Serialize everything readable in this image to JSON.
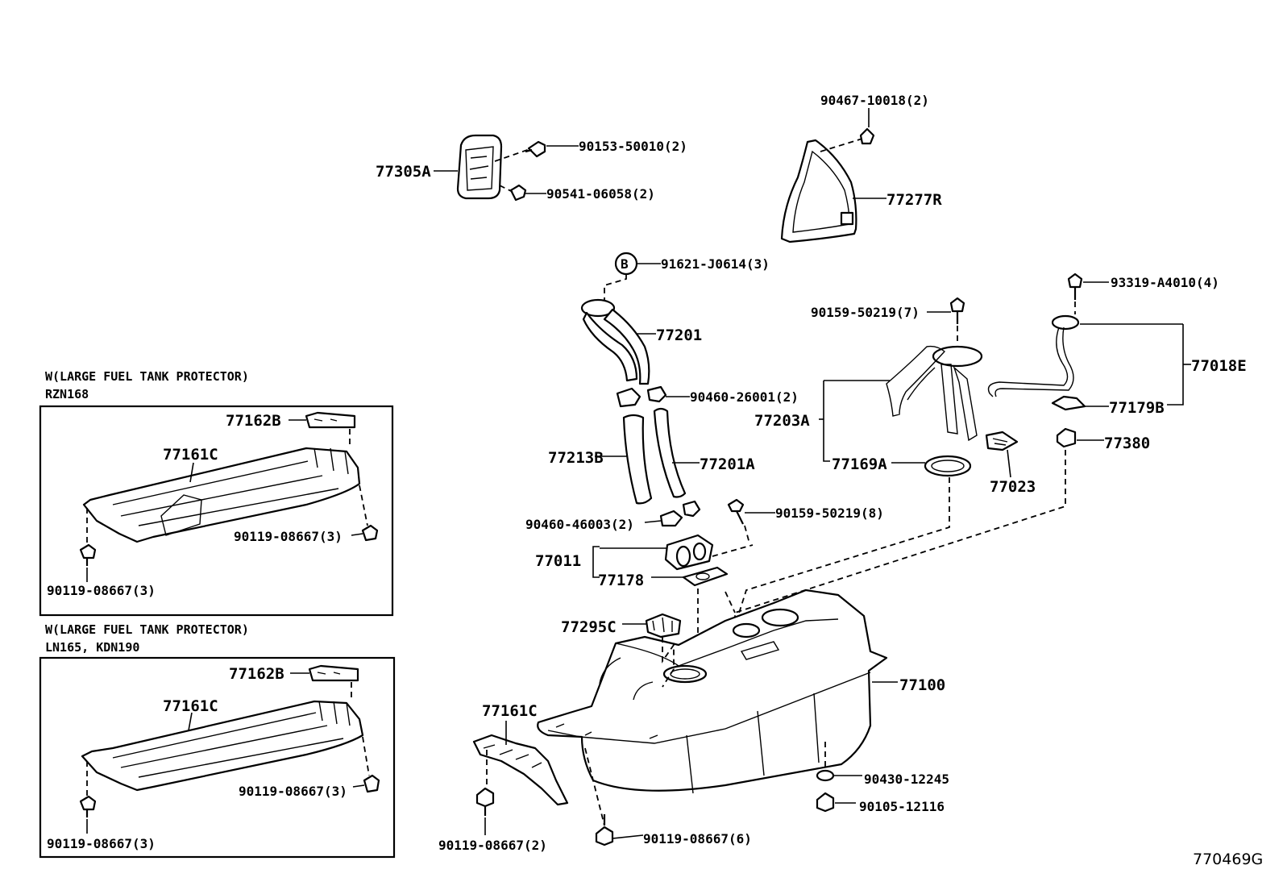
{
  "labels": {
    "p90467": "90467-10018(2)",
    "p90153": "90153-50010(2)",
    "p77305A": "77305A",
    "p90541": "90541-06058(2)",
    "p77277R": "77277R",
    "calloutB": "B",
    "p91621": "91621-J0614(3)",
    "p93319": "93319-A4010(4)",
    "p90159_7": "90159-50219(7)",
    "p77201": "77201",
    "p77018E": "77018E",
    "p90460_26": "90460-26001(2)",
    "p77179B": "77179B",
    "p77203A": "77203A",
    "p77380": "77380",
    "p77213B": "77213B",
    "p77201A": "77201A",
    "p77169A": "77169A",
    "p77023": "77023",
    "p90159_8": "90159-50219(8)",
    "p90460_46": "90460-46003(2)",
    "p77011": "77011",
    "p77178": "77178",
    "p77295C": "77295C",
    "p77100": "77100",
    "p77161C_main": "77161C",
    "p90430": "90430-12245",
    "p90105": "90105-12116",
    "p90119_6": "90119-08667(6)",
    "p90119_2": "90119-08667(2)",
    "diagram_code": "770469G"
  },
  "inset1": {
    "heading1": "W(LARGE FUEL TANK PROTECTOR)",
    "heading2": "RZN168",
    "p77162B": "77162B",
    "p77161C": "77161C",
    "p90119_right": "90119-08667(3)",
    "p90119_left": "90119-08667(3)"
  },
  "inset2": {
    "heading1": "W(LARGE FUEL TANK PROTECTOR)",
    "heading2": "LN165, KDN190",
    "p77162B": "77162B",
    "p77161C": "77161C",
    "p90119_right": "90119-08667(3)",
    "p90119_left": "90119-08667(3)"
  }
}
